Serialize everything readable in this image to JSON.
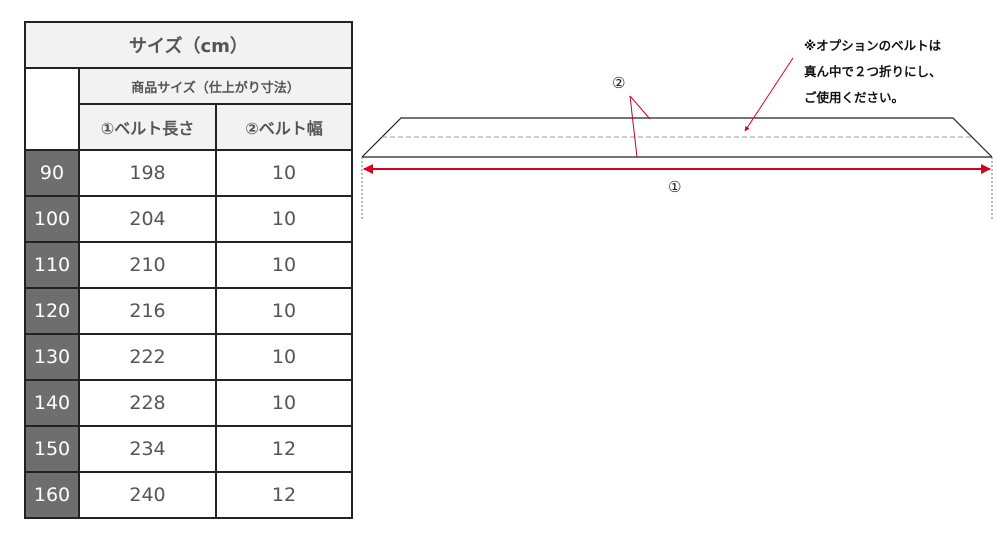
{
  "table": {
    "title": "サイズ（cm）",
    "group_header": "商品サイズ（仕上がり寸法）",
    "columns": [
      "①ベルト長さ",
      "②ベルト幅"
    ],
    "rows": [
      {
        "size": "90",
        "length": "198",
        "width": "10"
      },
      {
        "size": "100",
        "length": "204",
        "width": "10"
      },
      {
        "size": "110",
        "length": "210",
        "width": "10"
      },
      {
        "size": "120",
        "length": "216",
        "width": "10"
      },
      {
        "size": "130",
        "length": "222",
        "width": "10"
      },
      {
        "size": "140",
        "length": "228",
        "width": "10"
      },
      {
        "size": "150",
        "length": "234",
        "width": "12"
      },
      {
        "size": "160",
        "length": "240",
        "width": "12"
      }
    ]
  },
  "diagram": {
    "label_length": "①",
    "label_width": "②",
    "note_lines": [
      "※オプションのベルトは",
      "真ん中で２つ折りにし、",
      "ご使用ください。"
    ],
    "colors": {
      "arrow": "#d9001b",
      "outline": "#222222",
      "fold_line": "#999999"
    }
  }
}
